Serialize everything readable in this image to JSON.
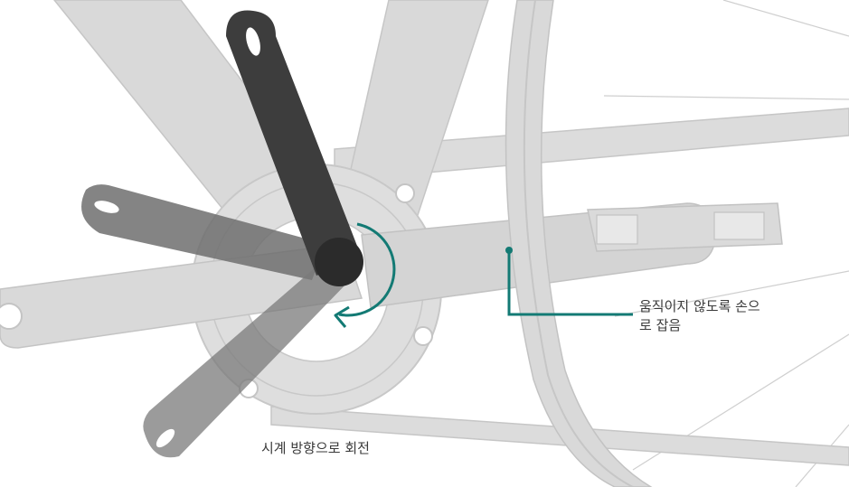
{
  "labels": {
    "hold_crank_line1": "움직이지 않도록 손으",
    "hold_crank_line2": "로 잡음",
    "rotate_clockwise": "시계 방향으로 회전"
  },
  "colors": {
    "accent": "#137a74",
    "bike_frame": "#d6d6d6",
    "bike_frame_edge": "#c3c3c3",
    "crank_active": "#3d3d3d",
    "crank_ghost": "#6f6f6f"
  }
}
